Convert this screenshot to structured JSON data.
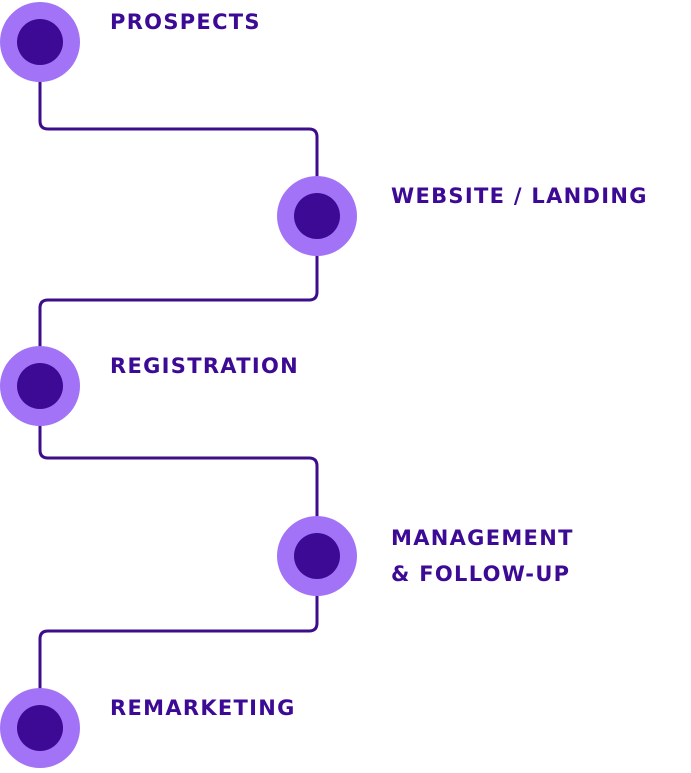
{
  "colors": {
    "connector": "#3D0D8A",
    "node_outer": "#A273F6",
    "node_inner": "#3C0A94",
    "label": "#3C0A94"
  },
  "steps": [
    {
      "lines": [
        "PROSPECTS"
      ]
    },
    {
      "lines": [
        "WEBSITE / LANDING"
      ]
    },
    {
      "lines": [
        "REGISTRATION"
      ]
    },
    {
      "lines": [
        "MANAGEMENT",
        "& FOLLOW-UP"
      ]
    },
    {
      "lines": [
        "REMARKETING"
      ]
    }
  ]
}
